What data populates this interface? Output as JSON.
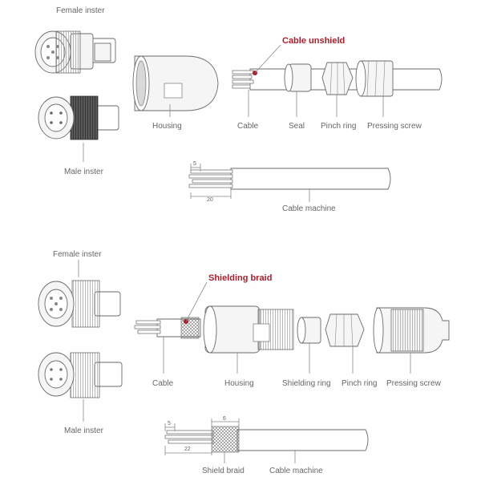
{
  "colors": {
    "highlight": "#b01c2a",
    "line": "#888888"
  },
  "top": {
    "female_label": "Female inster",
    "male_label": "Male inster",
    "callout": "Cable unshield",
    "parts": {
      "housing": "Housing",
      "cable": "Cable",
      "seal": "Seal",
      "pinch_ring": "Pinch ring",
      "pressing_screw": "Pressing screw"
    },
    "cable_machine": {
      "dim_short": "5",
      "dim_long": "20",
      "label": "Cable machine"
    }
  },
  "bottom": {
    "female_label": "Female inster",
    "male_label": "Male inster",
    "callout": "Shielding braid",
    "parts": {
      "cable": "Cable",
      "housing": "Housing",
      "shielding_ring": "Shielding ring",
      "pinch_ring": "Pinch ring",
      "pressing_screw": "Pressing screw"
    },
    "cable_machine": {
      "dim_short": "5",
      "dim_braid": "6",
      "dim_long": "22",
      "braid_label": "Shield braid",
      "label": "Cable machine"
    }
  }
}
